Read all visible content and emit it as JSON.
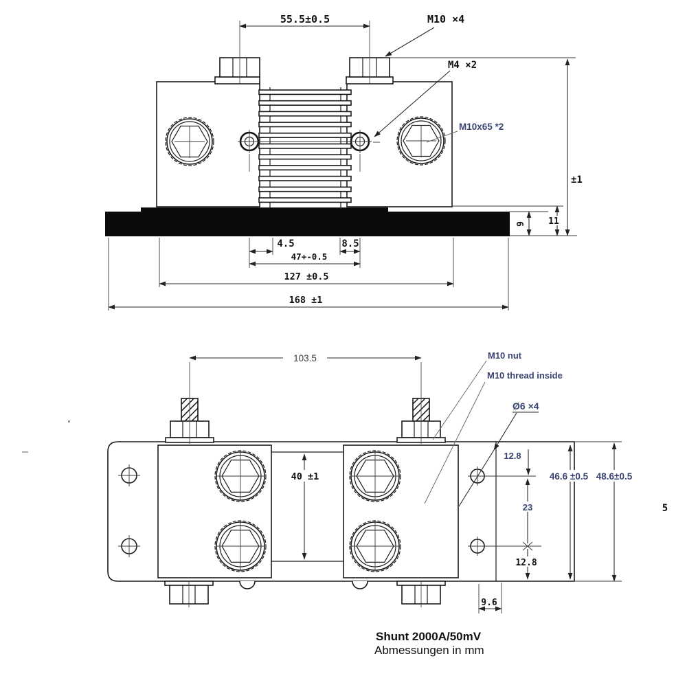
{
  "colors": {
    "line": "#1a1a1a",
    "busbar": "#0b0b0b",
    "annotation": "#3a4470",
    "dimension": "#111111",
    "leader": "#6e6e6e",
    "background": "#ffffff"
  },
  "page_number": "5",
  "title_block": {
    "title": "Shunt 2000A/50mV",
    "subtitle": "Abmessungen in mm"
  },
  "front_view": {
    "dims": {
      "stud_spacing": "55.5±0.5",
      "sense_left_offset": "4.5",
      "sense_right_offset": "8.5",
      "sense_spacing": "47+-0.5",
      "body_width": "127 ±0.5",
      "overall_width": "168 ±1",
      "busbar_thickness": "9",
      "step_height": "11",
      "overall_height_tol": "±1"
    },
    "labels": {
      "stud_label": "M10 ×4",
      "sense_screw_label": "M4 ×2",
      "socket_screw_label": "M10x65 *2"
    }
  },
  "plan_view": {
    "dims": {
      "stud_spacing": "103.5",
      "element_width": "40 ±1",
      "hole_top_offset": "12.8",
      "hole_spacing": "23",
      "hole_bottom_offset": "12.8",
      "busbar_width": "46.6 ±0.5",
      "plate_width": "48.6±0.5",
      "hole_edge_offset": "9.6"
    },
    "labels": {
      "nut_label": "M10 nut",
      "thread_label": "M10 thread inside",
      "hole_label": "Ø6 ×4"
    }
  }
}
